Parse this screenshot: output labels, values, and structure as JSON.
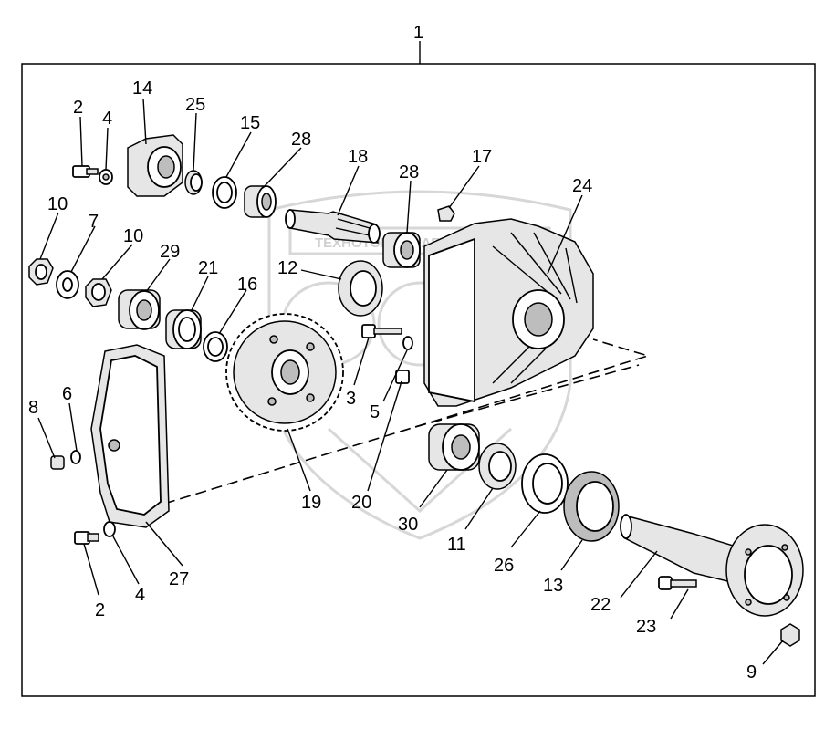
{
  "assembly_label": "1",
  "watermark_text": "ТЕХНОТОРГ СНАБ",
  "parts": [
    {
      "id": "p2a",
      "label": "2",
      "icon": "bolt-icon"
    },
    {
      "id": "p4a",
      "label": "4",
      "icon": "washer-icon"
    },
    {
      "id": "p14",
      "label": "14",
      "icon": "bearing-housing-icon"
    },
    {
      "id": "p25",
      "label": "25",
      "icon": "ring-icon"
    },
    {
      "id": "p15",
      "label": "15",
      "icon": "ring-icon"
    },
    {
      "id": "p28a",
      "label": "28",
      "icon": "bearing-icon"
    },
    {
      "id": "p18",
      "label": "18",
      "icon": "shaft-icon"
    },
    {
      "id": "p28b",
      "label": "28",
      "icon": "bearing-icon"
    },
    {
      "id": "p17",
      "label": "17",
      "icon": "plug-icon"
    },
    {
      "id": "p24",
      "label": "24",
      "icon": "housing-icon"
    },
    {
      "id": "p10a",
      "label": "10",
      "icon": "nut-icon"
    },
    {
      "id": "p7",
      "label": "7",
      "icon": "lock-washer-icon"
    },
    {
      "id": "p10b",
      "label": "10",
      "icon": "nut-icon"
    },
    {
      "id": "p29",
      "label": "29",
      "icon": "bearing-icon"
    },
    {
      "id": "p21",
      "label": "21",
      "icon": "bearing-icon"
    },
    {
      "id": "p16",
      "label": "16",
      "icon": "ring-icon"
    },
    {
      "id": "p12",
      "label": "12",
      "icon": "seal-icon"
    },
    {
      "id": "p3",
      "label": "3",
      "icon": "bolt-icon"
    },
    {
      "id": "p5",
      "label": "5",
      "icon": "washer-icon"
    },
    {
      "id": "p8",
      "label": "8",
      "icon": "plug-icon"
    },
    {
      "id": "p6",
      "label": "6",
      "icon": "washer-icon"
    },
    {
      "id": "p19",
      "label": "19",
      "icon": "gear-icon"
    },
    {
      "id": "p20",
      "label": "20",
      "icon": "bolt-icon"
    },
    {
      "id": "p30",
      "label": "30",
      "icon": "bearing-icon"
    },
    {
      "id": "p11",
      "label": "11",
      "icon": "ring-icon"
    },
    {
      "id": "p26",
      "label": "26",
      "icon": "ring-icon"
    },
    {
      "id": "p13",
      "label": "13",
      "icon": "seal-icon"
    },
    {
      "id": "p22",
      "label": "22",
      "icon": "axle-shaft-icon"
    },
    {
      "id": "p23",
      "label": "23",
      "icon": "bolt-icon"
    },
    {
      "id": "p9",
      "label": "9",
      "icon": "nut-icon"
    },
    {
      "id": "p27",
      "label": "27",
      "icon": "cover-icon"
    },
    {
      "id": "p2b",
      "label": "2",
      "icon": "bolt-icon"
    },
    {
      "id": "p4b",
      "label": "4",
      "icon": "washer-icon"
    }
  ]
}
